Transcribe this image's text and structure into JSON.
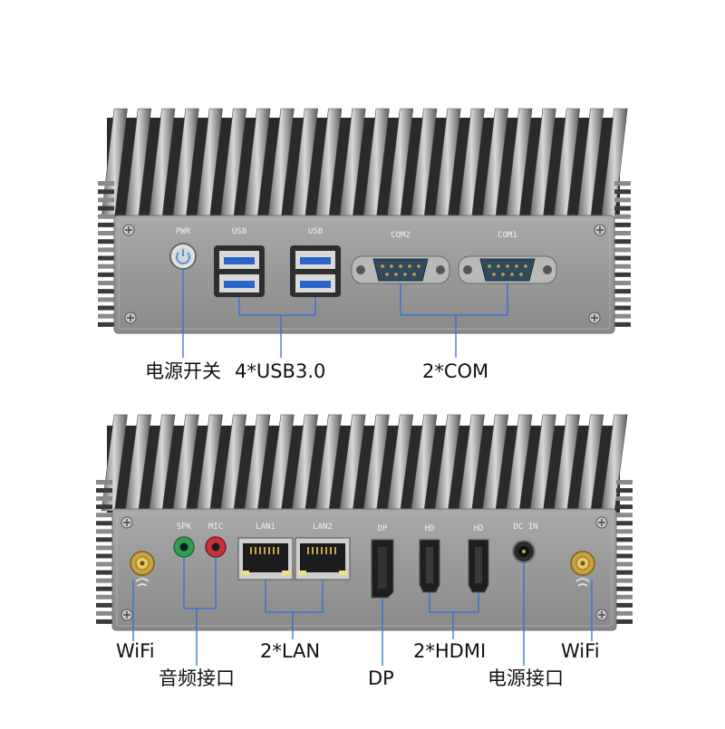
{
  "top_panel": {
    "port_labels": {
      "pwr": "PWR",
      "usb_left": "USB",
      "usb_right": "USB",
      "com2": "COM2",
      "com1": "COM1"
    },
    "callouts": {
      "power": "电源开关",
      "usb": "4*USB3.0",
      "com": "2*COM"
    }
  },
  "bottom_panel": {
    "port_labels": {
      "spk": "SPK",
      "mic": "MIC",
      "lan1": "LAN1",
      "lan2": "LAN2",
      "dp": "DP",
      "hd1": "HD",
      "hd2": "HD",
      "dc_in": "DC IN"
    },
    "callouts": {
      "wifi_left": "WiFi",
      "audio": "音频接口",
      "lan": "2*LAN",
      "dp": "DP",
      "hdmi": "2*HDMI",
      "power_jack": "电源接口",
      "wifi_right": "WiFi"
    }
  },
  "colors": {
    "leader_line": "#2f6fd8",
    "chassis": "#8d8d8d",
    "usb_blue": "#2a63c9",
    "audio_green": "#2f9e55",
    "audio_red": "#c8323a"
  }
}
